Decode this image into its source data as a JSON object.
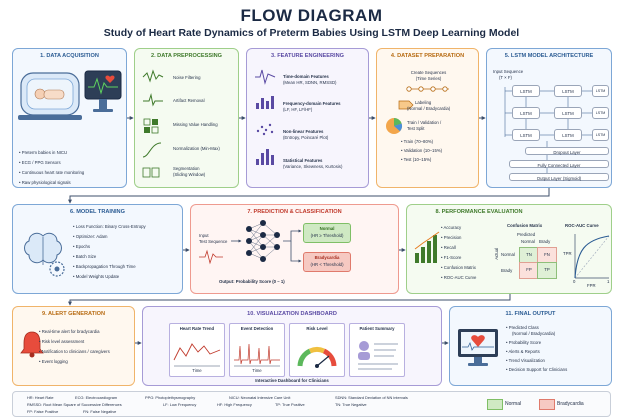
{
  "title": "FLOW DIAGRAM",
  "subtitle": "Study of Heart Rate Dynamics of Preterm Babies Using LSTM Deep Learning Model",
  "sec1": {
    "header": "1. DATA ACQUISITION",
    "items": [
      "Preterm babies in NICU",
      "ECG / PPG Sensors",
      "Continuous heart rate monitoring",
      "Raw physiological signals"
    ]
  },
  "sec2": {
    "header": "2. DATA PREPROCESSING",
    "items": [
      "Noise Filtering",
      "Artifact Removal",
      "Missing Value Handling",
      "Normalization (Min-Max)",
      "Segmentation",
      "(Sliding Window)"
    ]
  },
  "sec3": {
    "header": "3. FEATURE ENGINEERING",
    "f1": "Time-domain Features",
    "f1s": "(Mean HR, SDNN, RMSSD)",
    "f2": "Frequency-domain Features",
    "f2s": "(LF, HF, LF/HF)",
    "f3": "Non-linear Features",
    "f3s": "(Entropy, Poincaré Plot)",
    "f4": "Statistical Features",
    "f4s": "(Variance, Skewness, Kurtosis)"
  },
  "sec4": {
    "header": "4. DATASET PREPARATION",
    "s1": "Create Sequences",
    "s1s": "(Time Series)",
    "s2": "Labeling",
    "s2s": "(Normal / Bradycardia)",
    "s3": "Train / Validation /",
    "s3s": "Test Split",
    "splits": [
      "Train (70–80%)",
      "Validation (10–15%)",
      "Test (10–15%)"
    ]
  },
  "sec5": {
    "header": "5. LSTM MODEL ARCHITECTURE",
    "input": "Input Sequence",
    "input_s": "(T × F)",
    "cell": "LSTM",
    "dropout": "Dropout Layer",
    "fc": "Fully Connected Layer",
    "out": "Output Layer (Sigmoid)"
  },
  "sec6": {
    "header": "6. MODEL TRAINING",
    "items": [
      "Loss Function: Binary Cross-Entropy",
      "Optimizer: Adam",
      "Epochs",
      "Batch Size",
      "Backpropagation Through Time",
      "Model Weights Update"
    ]
  },
  "sec7": {
    "header": "7. PREDICTION & CLASSIFICATION",
    "input": "Input",
    "input2": "Test Sequence",
    "normal": "Normal",
    "normal_s": "(HR ≥ Threshold)",
    "brady": "Bradycardia",
    "brady_s": "(HR < Threshold)",
    "output": "Output: Probability Score (0 – 1)"
  },
  "sec8": {
    "header": "8. PERFORMANCE EVALUATION",
    "items": [
      "Accuracy",
      "Precision",
      "Recall",
      "F1-Score",
      "Confusion Matrix",
      "ROC-AUC Curve"
    ],
    "cm_title": "Confusion Matrix",
    "cm_pred": "Predicted",
    "cm_actual": "Actual",
    "cm_cols": [
      "Normal",
      "Brady"
    ],
    "cm_rows": [
      "Normal",
      "Brady"
    ],
    "cm_cells": [
      [
        "TN",
        "FN"
      ],
      [
        "FP",
        "TP"
      ]
    ],
    "roc_title": "ROC-AUC Curve",
    "roc_y": "TPR",
    "roc_x": "FPR",
    "roc_x0": "0",
    "roc_x1": "1"
  },
  "sec9": {
    "header": "9. ALERT GENERATION",
    "items": [
      "Real-time alert for bradycardia",
      "Risk level assessment",
      "Notification to clinicians / caregivers",
      "Event logging"
    ]
  },
  "sec10": {
    "header": "10. VISUALIZATION DASHBOARD",
    "panels": [
      "Heart Rate Trend",
      "Event Detection",
      "Risk Level",
      "Patient Summary"
    ],
    "time": "Time",
    "footer": "Interactive Dashboard for Clinicians"
  },
  "sec11": {
    "header": "11. FINAL OUTPUT",
    "items": [
      "Predicted Class",
      "(Normal / Bradycardia)",
      "Probability Score",
      "Alerts & Reports",
      "Trend Visualization",
      "Decision Support for Clinicians"
    ]
  },
  "legend": {
    "row1": [
      "HR: Heart Rate",
      "ECG: Electrocardiogram",
      "PPG: Photoplethysmography",
      "NICU: Neonatal Intensive Care Unit",
      "SDNN: Standard Deviation of NN intervals"
    ],
    "row2": [
      "RMSSD: Root Mean Square of Successive Differences",
      "LF: Low Frequency",
      "HF: High Frequency",
      "TP: True Positive",
      "TN: True Negative"
    ],
    "row3": [
      "FP: False Positive",
      "FN: False Negative"
    ],
    "normal": "Normal",
    "brady": "Bradycardia"
  },
  "colors": {
    "blue": "#7da7d6",
    "green": "#9fcf8a",
    "purple": "#a69bd6",
    "orange": "#f0b46a",
    "red": "#ee9a8f",
    "normal_key": "#cfe9c3",
    "brady_key": "#f6c9c2"
  }
}
